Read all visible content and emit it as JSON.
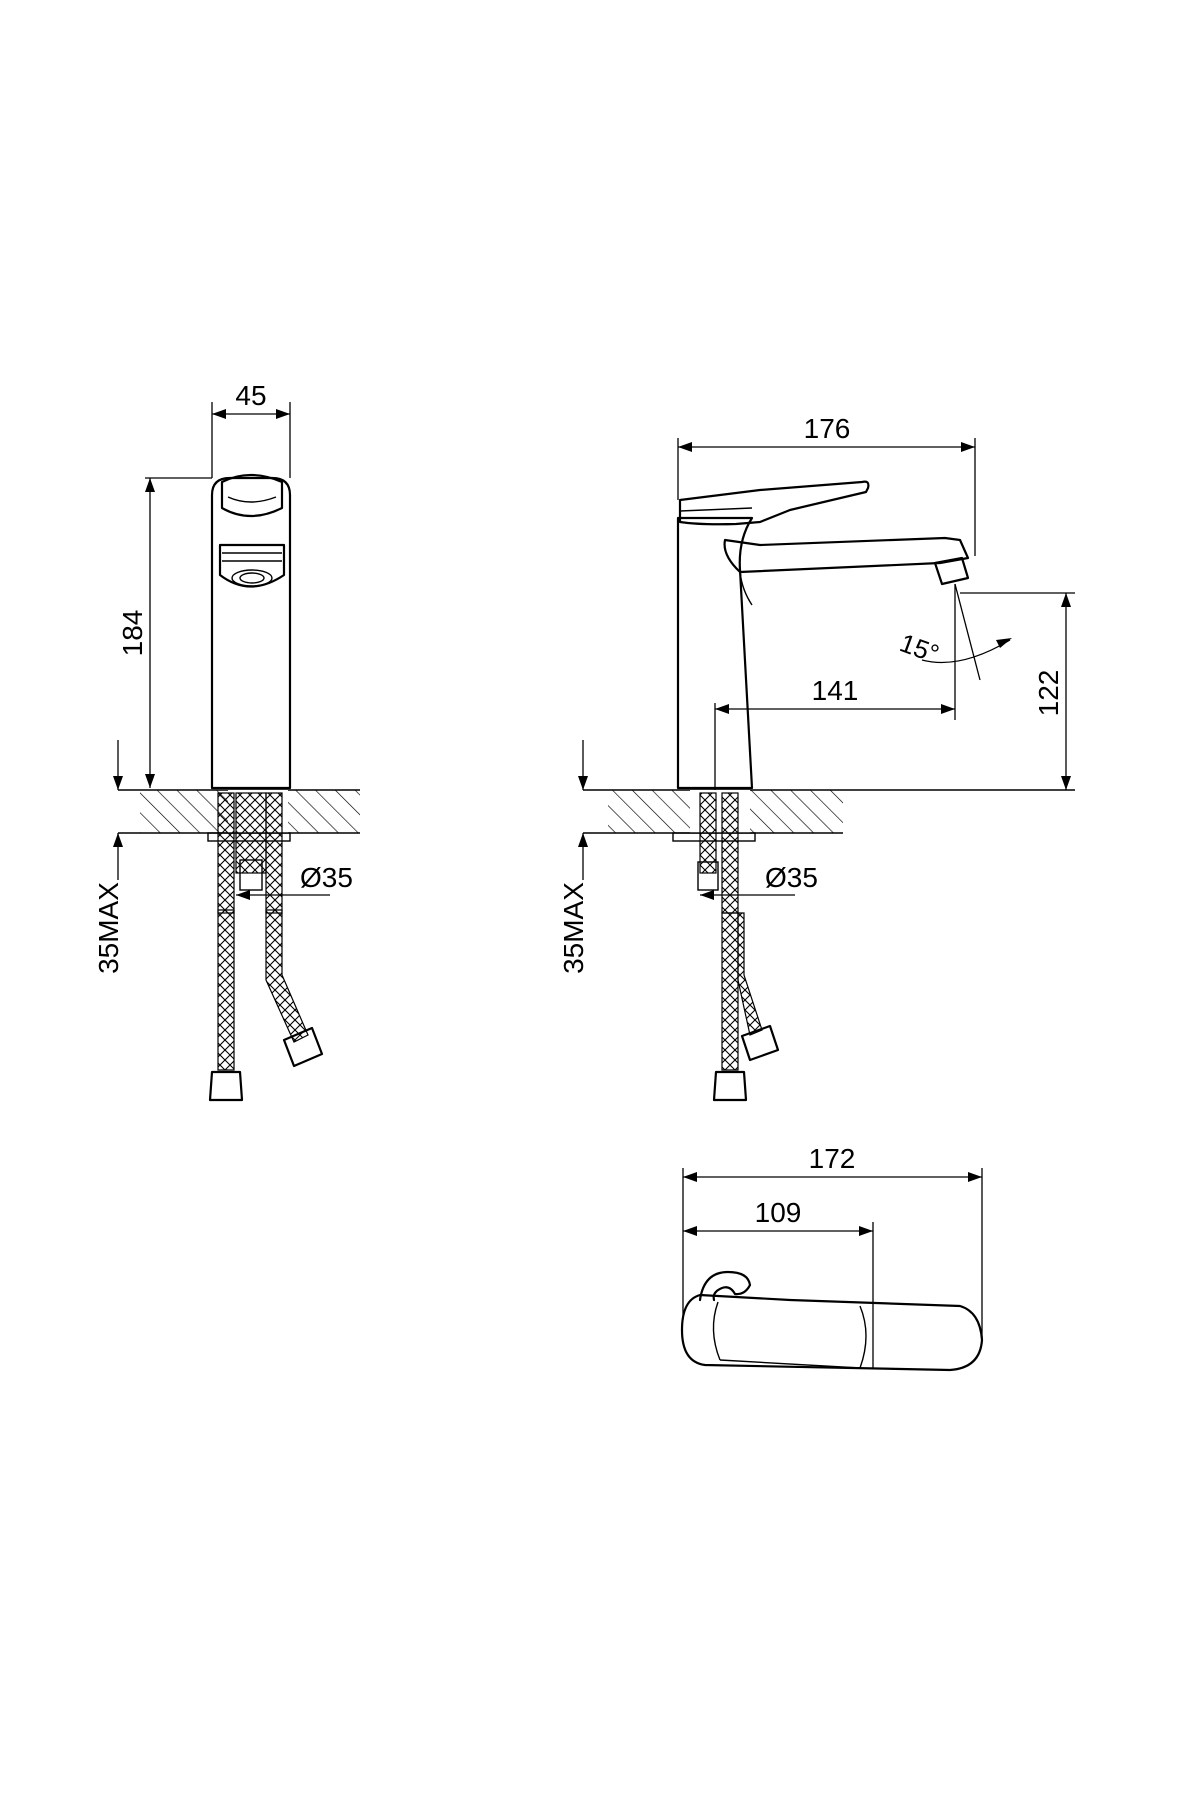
{
  "colors": {
    "line": "#000000",
    "background": "#ffffff"
  },
  "front_view": {
    "dim_width": "45",
    "dim_height": "184",
    "dim_hole": "Ø35",
    "dim_deck": "35MAX"
  },
  "side_view": {
    "dim_length": "176",
    "dim_reach": "141",
    "dim_spout_height": "122",
    "dim_angle": "15°",
    "dim_hole": "Ø35",
    "dim_deck": "35MAX"
  },
  "top_view": {
    "dim_total": "172",
    "dim_lever": "109"
  }
}
